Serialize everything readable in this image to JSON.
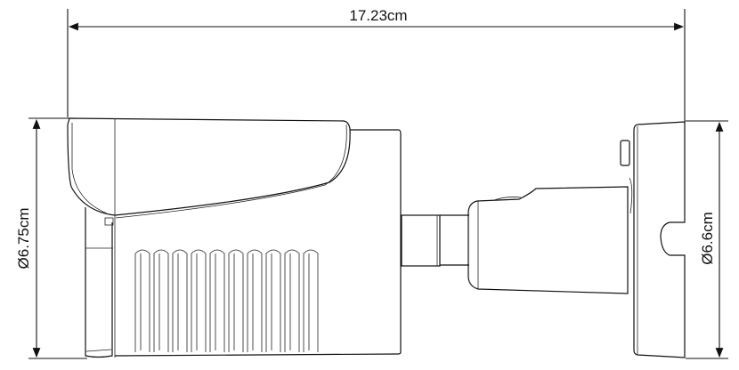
{
  "dimensions": {
    "length": "17.23cm",
    "front_diameter": "Ø6.75cm",
    "base_diameter": "Ø6.6cm"
  },
  "colors": {
    "line": "#111111",
    "background": "#ffffff"
  }
}
